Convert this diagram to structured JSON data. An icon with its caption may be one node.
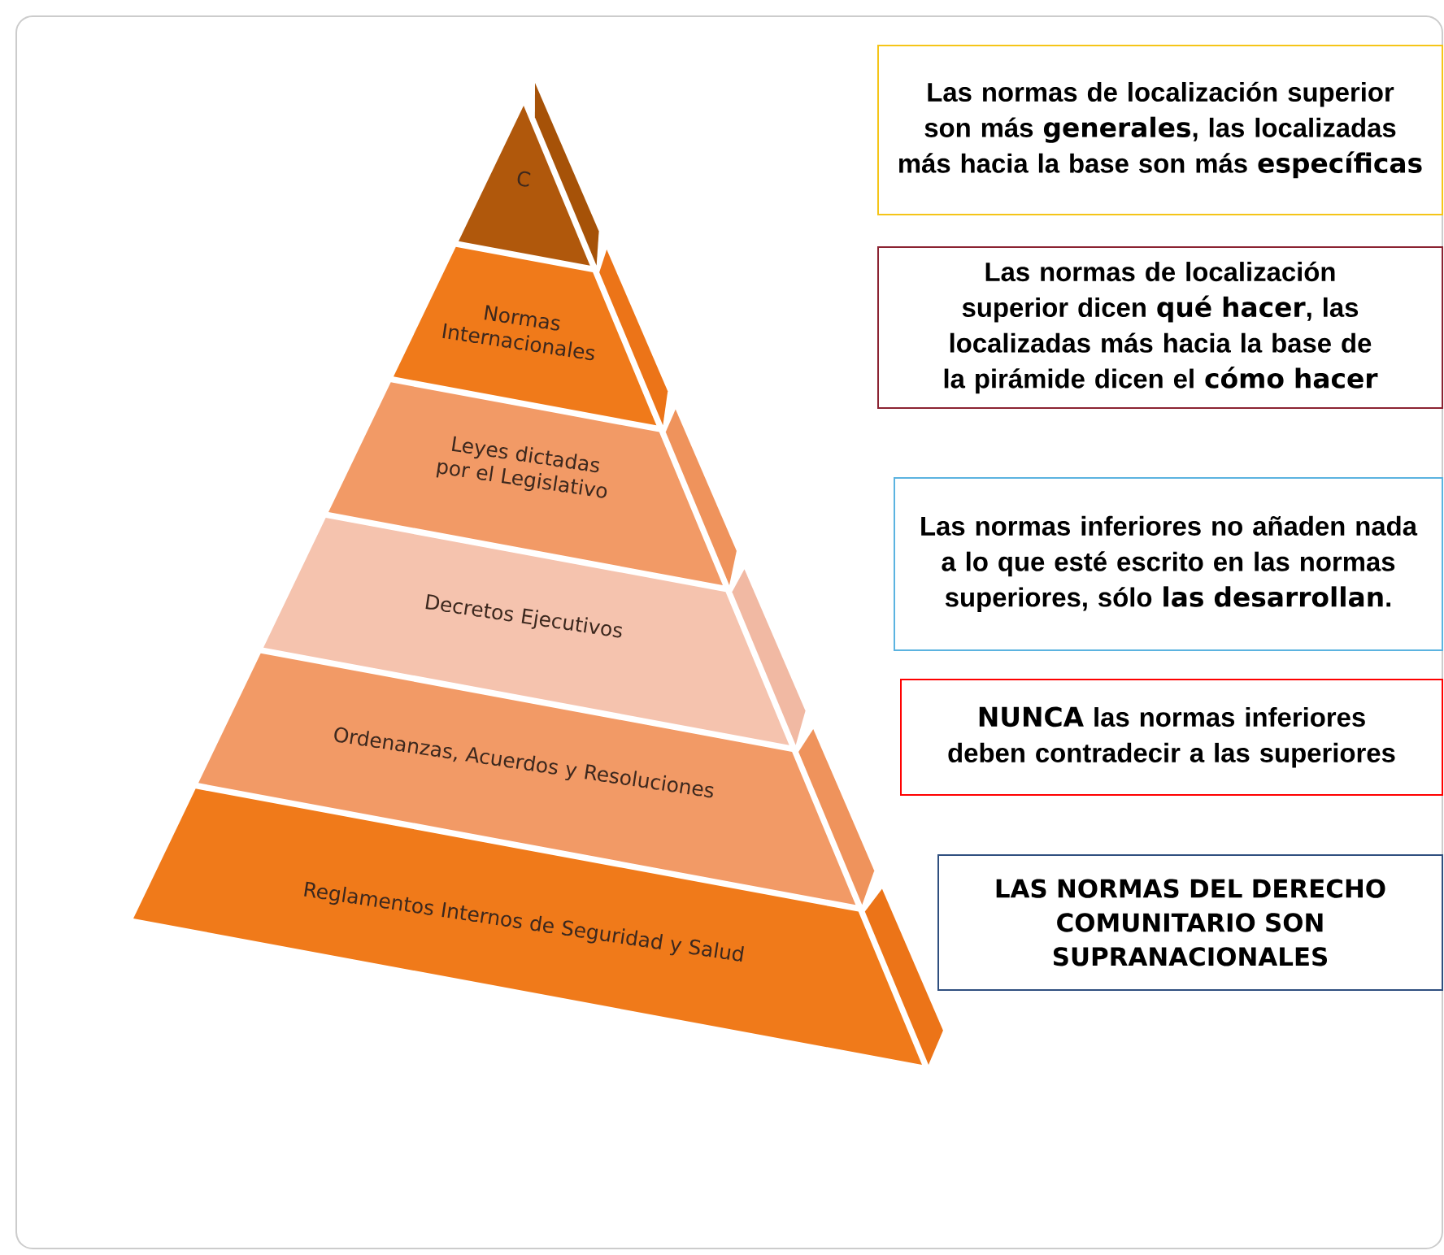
{
  "diagram": {
    "nodes": [
      {
        "text": [
          "C"
        ]
      },
      {
        "text": [
          "Normas Internacionales"
        ]
      },
      {
        "text": [
          "Leyes dictadas por el Legislativo"
        ]
      },
      {
        "text": [
          "Decretos Ejecutivos"
        ]
      },
      {
        "text": [
          "Ordenanzas, Acuerdos y Resoluciones"
        ]
      },
      {
        "text": [
          "Reglamentos Internos de Seguridad y Salud"
        ]
      },
      {
        "text": [
          "Las normas de localización superior son más **generales**, las localizadas más hacia la base son más **específicas**"
        ]
      },
      {
        "text": [
          "Las normas de localización superior dicen **qué hacer**, las localizadas más hacia la base de la pirámide dicen el **cómo hacer**"
        ]
      },
      {
        "text": [
          "Las normas inferiores no añaden nada a lo que esté escrito en las normas superiores, sólo **las desarrollan**."
        ]
      },
      {
        "text": [
          "**NUNCA** las normas inferiores deben contradecir a las superiores"
        ]
      },
      {
        "text": [
          "LAS NORMAS DEL DERECHO COMUNITARIO SON SUPRANACIONALES"
        ]
      }
    ]
  }
}
